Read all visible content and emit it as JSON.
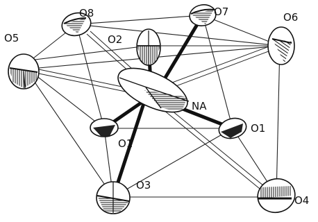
{
  "figure": {
    "center_atom": {
      "label": "NA"
    },
    "atoms": [
      {
        "id": "O1",
        "label": "O1"
      },
      {
        "id": "O1b",
        "label": "O1"
      },
      {
        "id": "O2",
        "label": "O2"
      },
      {
        "id": "O3",
        "label": "O3"
      },
      {
        "id": "O4",
        "label": "O4"
      },
      {
        "id": "O5",
        "label": "O5"
      },
      {
        "id": "O6",
        "label": "O6"
      },
      {
        "id": "O7",
        "label": "O7"
      },
      {
        "id": "O8",
        "label": "O8"
      }
    ]
  }
}
